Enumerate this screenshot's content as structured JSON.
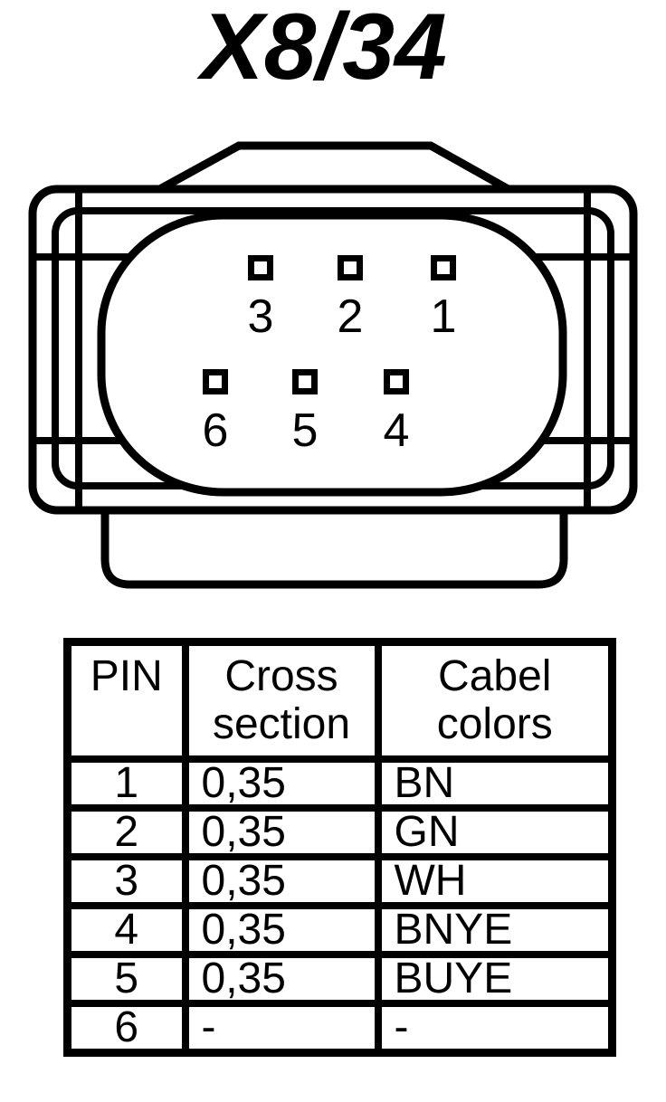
{
  "title": "X8/34",
  "colors": {
    "ink": "#000000",
    "paper": "#ffffff"
  },
  "connector": {
    "description": "6-pin connector face view",
    "pin_labels": {
      "top_row": [
        "3",
        "2",
        "1"
      ],
      "bottom_row": [
        "6",
        "5",
        "4"
      ]
    }
  },
  "table": {
    "headers": {
      "pin": "PIN",
      "cross_section": "Cross\nsection",
      "cable_colors": "Cabel\ncolors"
    },
    "rows": [
      {
        "pin": "1",
        "cross_section": "0,35",
        "color": "BN"
      },
      {
        "pin": "2",
        "cross_section": "0,35",
        "color": "GN"
      },
      {
        "pin": "3",
        "cross_section": "0,35",
        "color": "WH"
      },
      {
        "pin": "4",
        "cross_section": "0,35",
        "color": "BNYE"
      },
      {
        "pin": "5",
        "cross_section": "0,35",
        "color": "BUYE"
      },
      {
        "pin": "6",
        "cross_section": "-",
        "color": "-"
      }
    ]
  }
}
